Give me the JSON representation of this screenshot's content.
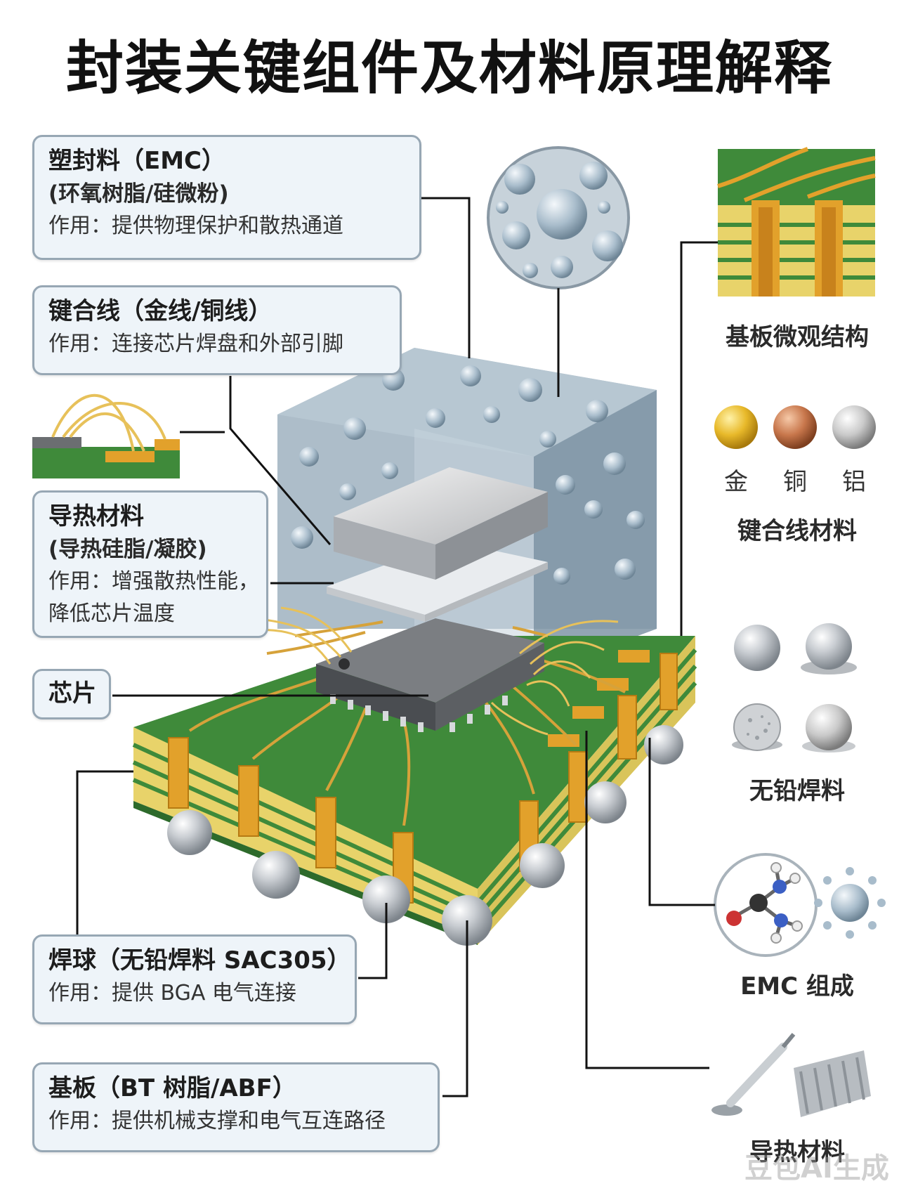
{
  "title": "封装关键组件及材料原理解释",
  "callouts": {
    "emc": {
      "line1": "塑封料（EMC）",
      "line2": "(环氧树脂/硅微粉)",
      "line3": "作用：提供物理保护和散热通道"
    },
    "bond_wire": {
      "line1": "键合线（金线/铜线）",
      "line3": "作用：连接芯片焊盘和外部引脚"
    },
    "thermal": {
      "line1": "导热材料",
      "line2": "(导热硅脂/凝胶)",
      "line3": "作用：增强散热性能，",
      "line4": "降低芯片温度"
    },
    "chip": {
      "line1": "芯片"
    },
    "solder_ball": {
      "line1": "焊球（无铅焊料 SAC305）",
      "line3": "作用：提供 BGA 电气连接"
    },
    "substrate": {
      "line1": "基板（BT 树脂/ABF）",
      "line3": "作用：提供机械支撑和电气互连路径"
    }
  },
  "right_panel": {
    "substrate_micro_label": "基板微观结构",
    "metals": [
      {
        "label": "金",
        "color": "#e8b92a"
      },
      {
        "label": "铜",
        "color": "#c8774c"
      },
      {
        "label": "铝",
        "color": "#c9c9c9"
      }
    ],
    "bond_wire_material_label": "键合线材料",
    "solder_label": "无铅焊料",
    "emc_composition_label": "EMC 组成",
    "thermal_label": "导热材料"
  },
  "watermark": "豆包AI生成",
  "colors": {
    "pcb_green": "#3f8a3a",
    "pcb_yellow": "#e8d36a",
    "copper_orange": "#e2a12b",
    "emc_blue": "#8fa3b3",
    "callout_bg": "#eef4f9",
    "callout_border": "#97a7b4"
  }
}
